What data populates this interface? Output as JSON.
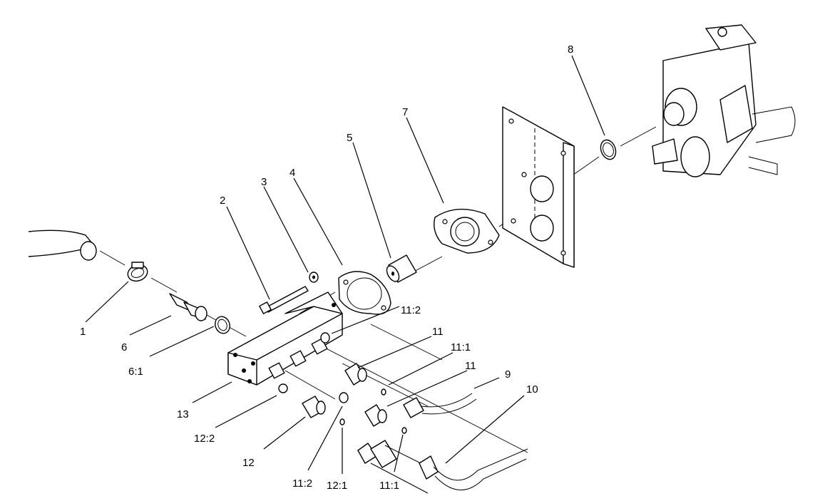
{
  "labels": {
    "c1": "1",
    "c2": "2",
    "c3": "3",
    "c4": "4",
    "c5": "5",
    "c6": "6",
    "c6_1": "6:1",
    "c7": "7",
    "c8": "8",
    "c9": "9",
    "c10": "10",
    "c11_2_top": "11:2",
    "c11_a": "11",
    "c11_1_top": "11:1",
    "c11_b": "11",
    "c12": "12",
    "c12_1": "12:1",
    "c12_2": "12:2",
    "c11_2_bottom": "11:2",
    "c11_1_bottom": "11:1",
    "c13": "13"
  }
}
